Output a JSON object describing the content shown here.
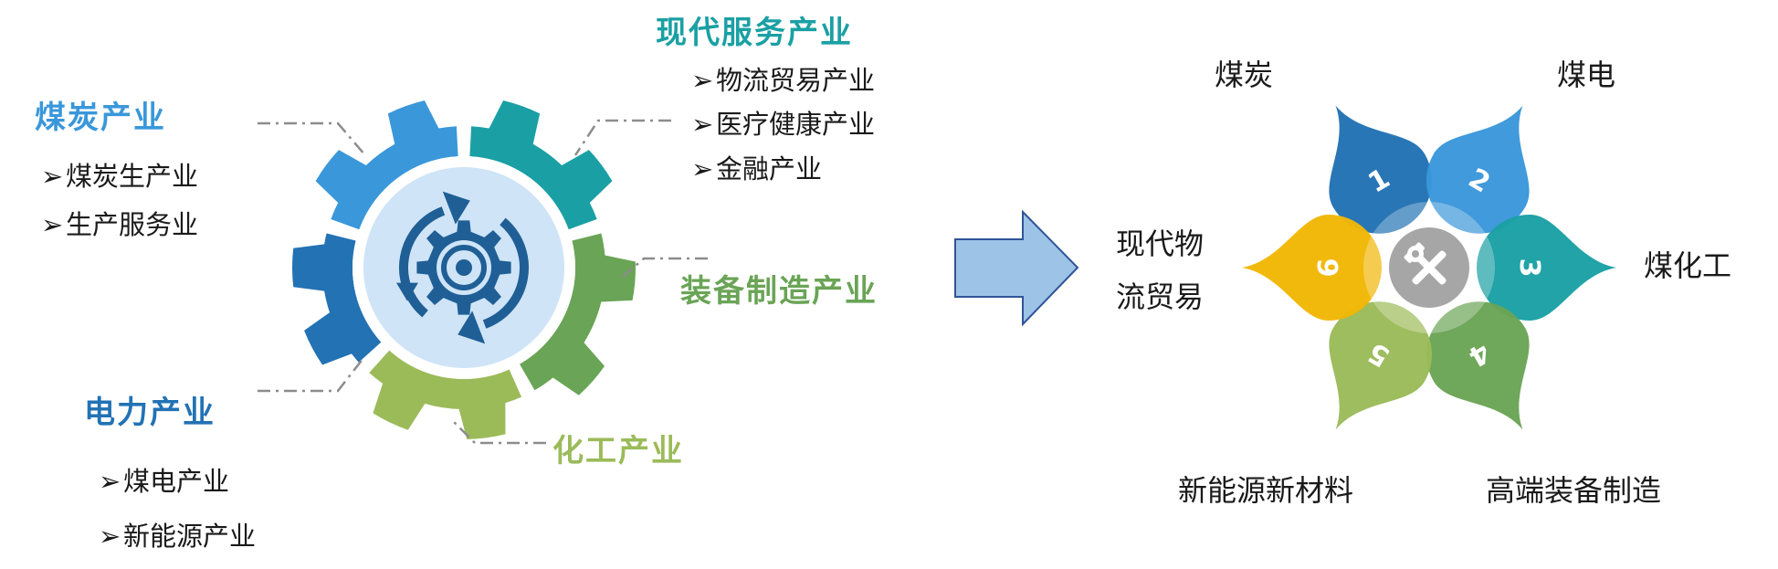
{
  "colors": {
    "dark_blue": "#2272B4",
    "light_blue": "#3A97DA",
    "teal": "#1AA0A4",
    "green": "#6AA456",
    "light_green": "#9BBB59",
    "yellow": "#F2B705",
    "arrow_fill": "#9DC3E6",
    "arrow_stroke": "#2F5597",
    "leader_line": "#8C8C8C",
    "text": "#1A1A1A"
  },
  "left_diagram": {
    "center_icon": "gear-refresh-icon",
    "categories": [
      {
        "key": "coal",
        "title": "煤炭产业",
        "color": "#3A97DA",
        "items": [
          "煤炭生产业",
          "生产服务业"
        ]
      },
      {
        "key": "service",
        "title": "现代服务产业",
        "color": "#1AA0A4",
        "items": [
          "物流贸易产业",
          "医疗健康产业",
          "金融产业"
        ]
      },
      {
        "key": "equipment",
        "title": "装备制造产业",
        "color": "#6AA456",
        "items": []
      },
      {
        "key": "chemical",
        "title": "化工产业",
        "color": "#9BBB59",
        "items": []
      },
      {
        "key": "power",
        "title": "电力产业",
        "color": "#2272B4",
        "items": [
          "煤电产业",
          "新能源产业"
        ]
      }
    ]
  },
  "arrow_icon": "right-arrow-icon",
  "right_diagram": {
    "center_icon": "tools-icon",
    "petals": [
      {
        "number": "1",
        "label": "煤炭",
        "color": "#2272B4"
      },
      {
        "number": "2",
        "label": "煤电",
        "color": "#3A97DA"
      },
      {
        "number": "3",
        "label": "煤化工",
        "color": "#1AA0A4"
      },
      {
        "number": "4",
        "label": "高端装备制造",
        "color": "#6AA456"
      },
      {
        "number": "5",
        "label": "新能源新材料",
        "color": "#9BBB59"
      },
      {
        "number": "6",
        "label": "现代物流贸易",
        "label_lines": [
          "现代物",
          "流贸易"
        ],
        "color": "#F2B705"
      }
    ]
  }
}
